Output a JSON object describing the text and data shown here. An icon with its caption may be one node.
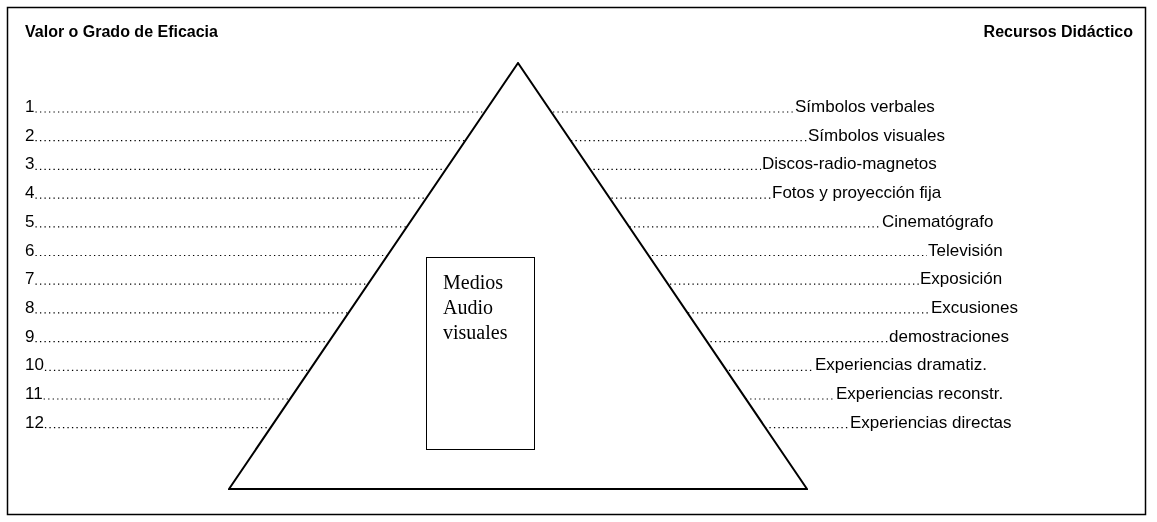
{
  "diagram": {
    "nodes": [
      {
        "text": [],
        "shape": "triangle"
      },
      {
        "text": [
          "Medios Audio visuales"
        ],
        "in": 0
      },
      {
        "text": [
          "1"
        ]
      },
      {
        "text": [
          "Símbolos verbales"
        ]
      },
      {
        "text": [
          "2"
        ]
      },
      {
        "text": [
          "Símbolos visuales"
        ]
      },
      {
        "text": [
          "3"
        ]
      },
      {
        "text": [
          "Discos-radio-magnetos"
        ]
      },
      {
        "text": [
          "4"
        ]
      },
      {
        "text": [
          "Fotos y proyección fija"
        ]
      },
      {
        "text": [
          "5"
        ]
      },
      {
        "text": [
          "Cinematógrafo"
        ]
      },
      {
        "text": [
          "6"
        ]
      },
      {
        "text": [
          "Televisión"
        ]
      },
      {
        "text": [
          "7"
        ]
      },
      {
        "text": [
          "Exposición"
        ]
      },
      {
        "text": [
          "8"
        ]
      },
      {
        "text": [
          "Excusiones"
        ]
      },
      {
        "text": [
          "9"
        ]
      },
      {
        "text": [
          "demostraciones"
        ]
      },
      {
        "text": [
          "10"
        ]
      },
      {
        "text": [
          "Experiencias dramatiz."
        ]
      },
      {
        "text": [
          "11"
        ]
      },
      {
        "text": [
          "Experiencias reconstr."
        ]
      },
      {
        "text": [
          "12"
        ]
      },
      {
        "text": [
          "Experiencias directas"
        ]
      }
    ],
    "edges": [
      {
        "from": 2,
        "to": 3,
        "arrow": "none",
        "style": "dashed"
      },
      {
        "from": 4,
        "to": 5,
        "arrow": "none",
        "style": "dashed"
      },
      {
        "from": 6,
        "to": 7,
        "arrow": "none",
        "style": "dashed"
      },
      {
        "from": 8,
        "to": 9,
        "arrow": "none",
        "style": "dashed"
      },
      {
        "from": 10,
        "to": 11,
        "arrow": "none",
        "style": "dashed"
      },
      {
        "from": 12,
        "to": 13,
        "arrow": "none",
        "style": "dashed"
      },
      {
        "from": 14,
        "to": 15,
        "arrow": "none",
        "style": "dashed"
      },
      {
        "from": 16,
        "to": 17,
        "arrow": "none",
        "style": "dashed"
      },
      {
        "from": 18,
        "to": 19,
        "arrow": "none",
        "style": "dashed"
      },
      {
        "from": 20,
        "to": 21,
        "arrow": "none",
        "style": "dashed"
      },
      {
        "from": 22,
        "to": 23,
        "arrow": "none",
        "style": "dashed"
      },
      {
        "from": 24,
        "to": 25,
        "arrow": "none",
        "style": "dashed"
      }
    ],
    "labels": [
      "Valor o Grado de Eficacia",
      "Recursos Didáctico"
    ]
  }
}
